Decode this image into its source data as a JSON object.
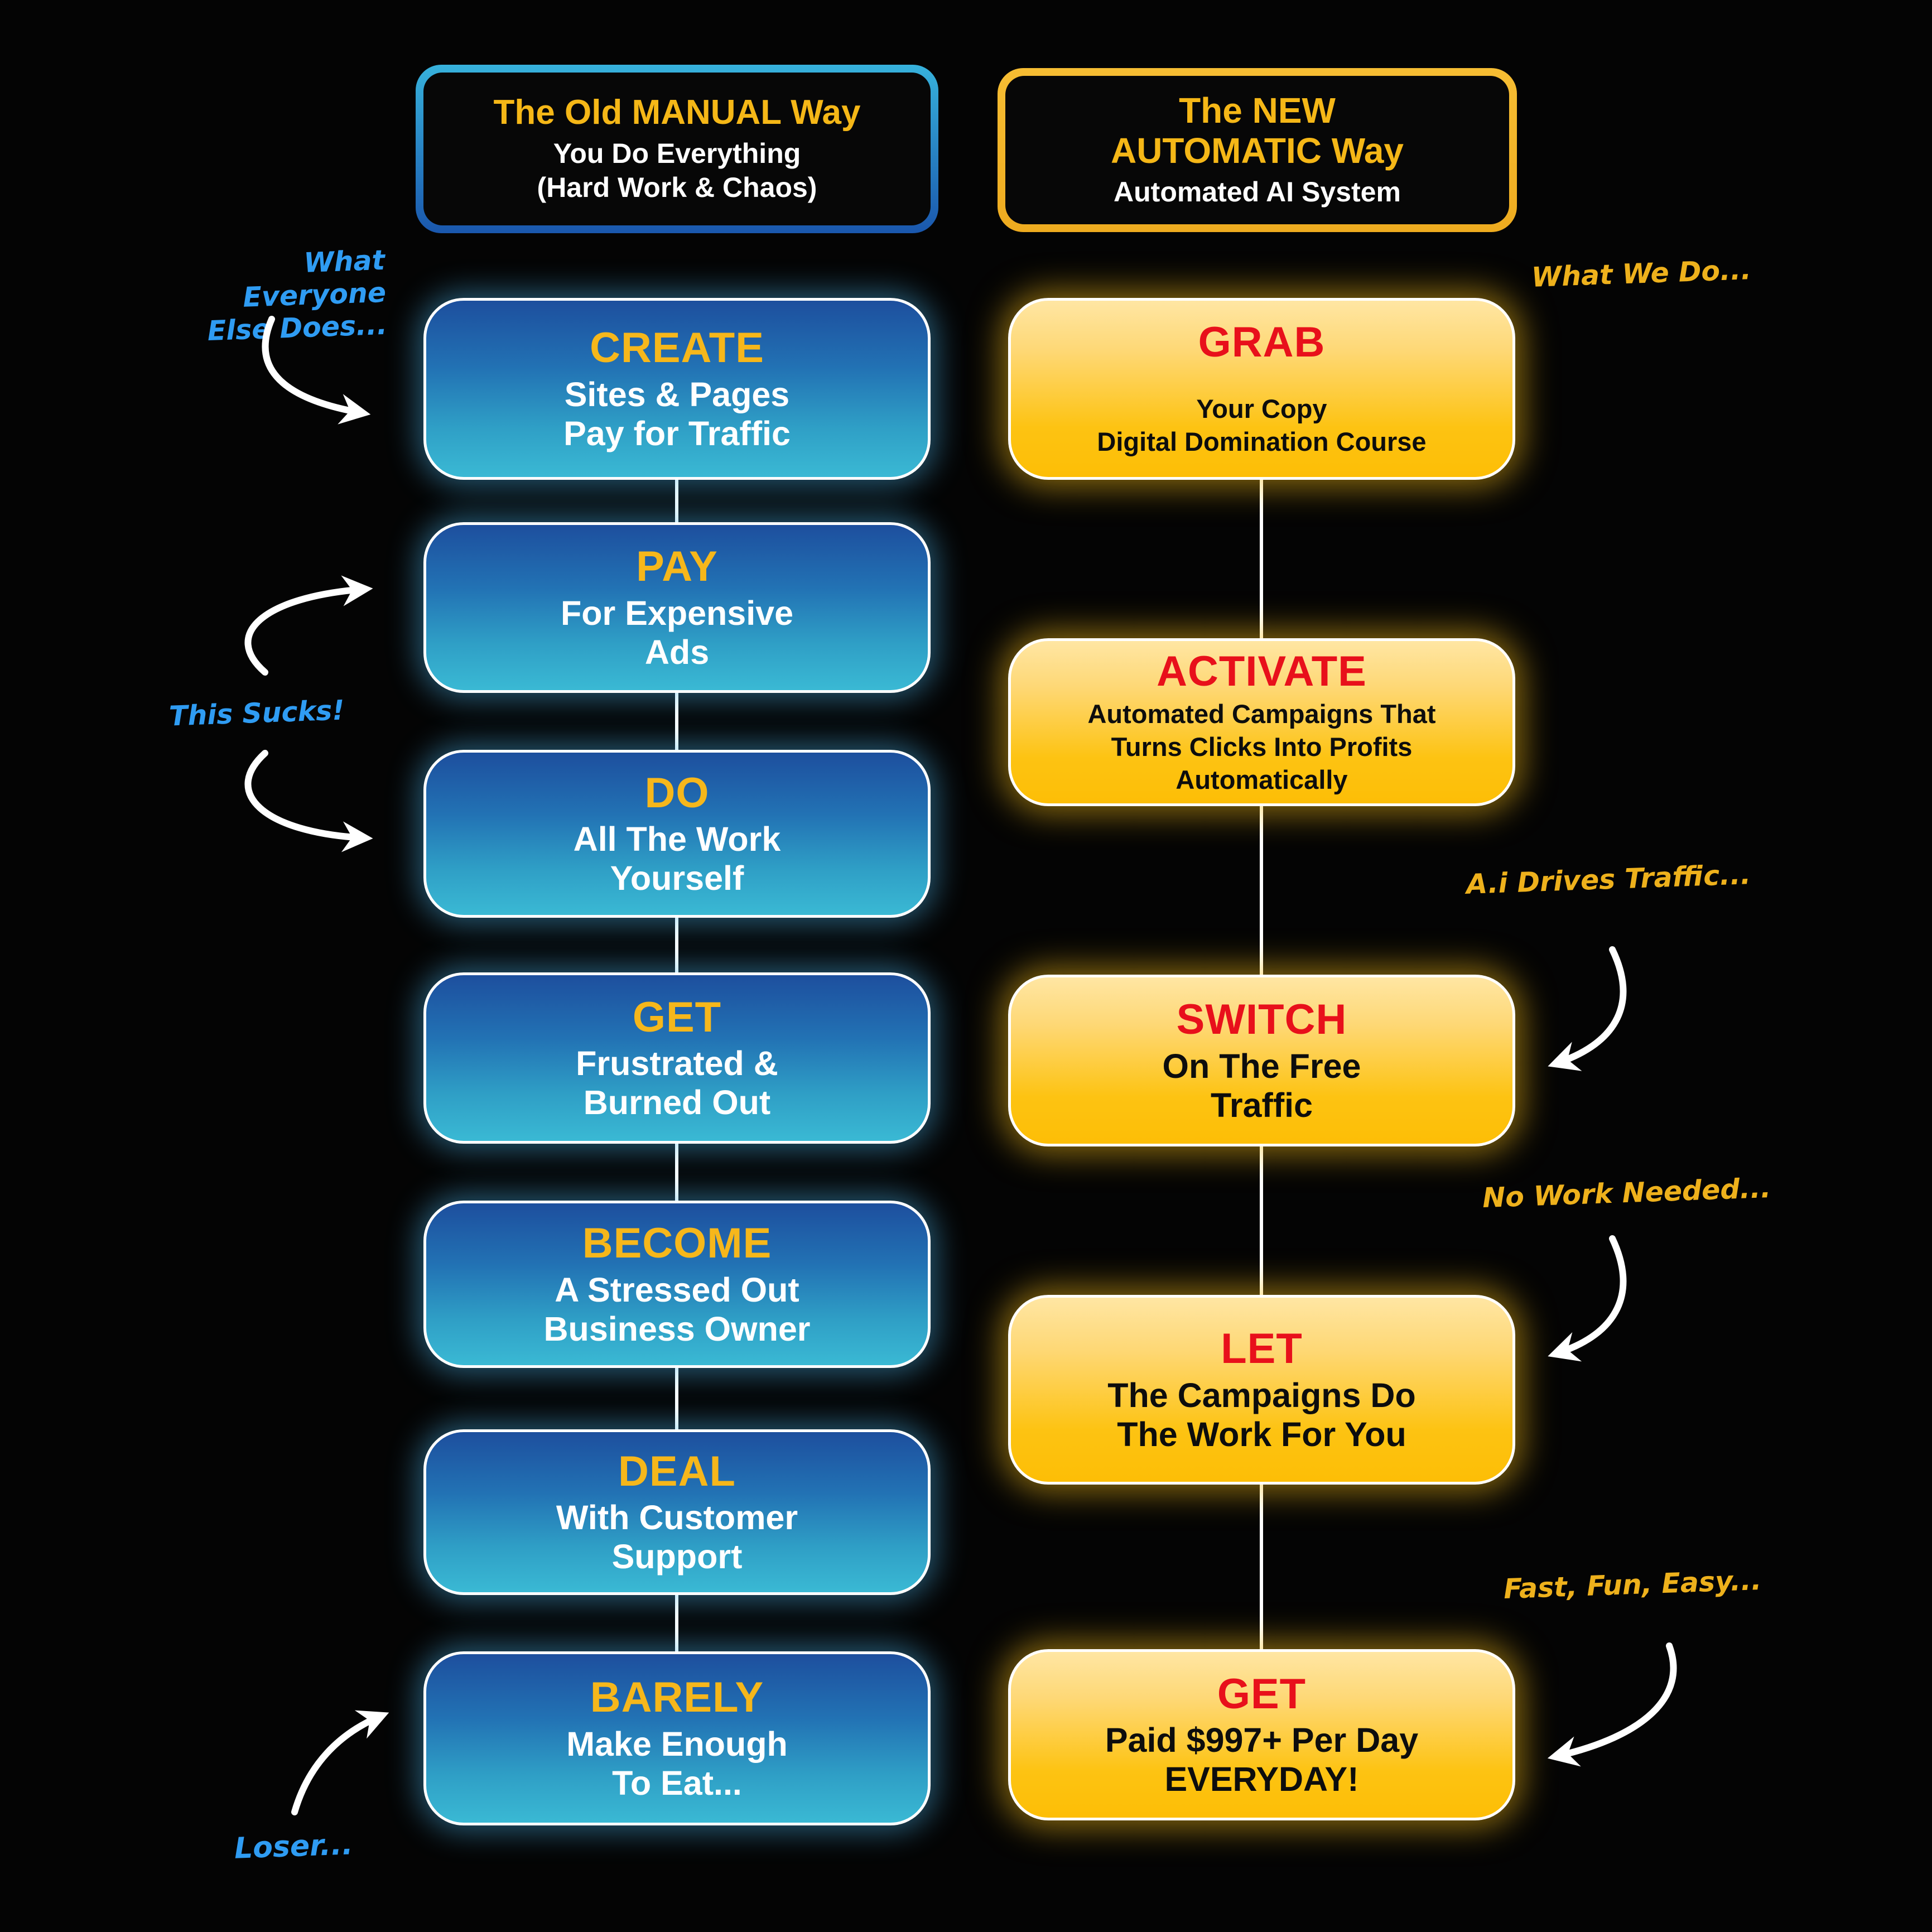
{
  "left": {
    "header": {
      "title": "The Old MANUAL Way",
      "subtitle": "You Do Everything\n(Hard Work & Chaos)"
    },
    "annotation_top": "What Everyone\nElse Does...",
    "annotation_mid": "This Sucks!",
    "annotation_bottom": "Loser...",
    "steps": [
      {
        "keyword": "CREATE",
        "text": "Sites & Pages\nPay for Traffic"
      },
      {
        "keyword": "PAY",
        "text": "For Expensive\nAds"
      },
      {
        "keyword": "DO",
        "text": "All The Work\nYourself"
      },
      {
        "keyword": "GET",
        "text": "Frustrated &\nBurned Out"
      },
      {
        "keyword": "BECOME",
        "text": "A Stressed Out\nBusiness Owner"
      },
      {
        "keyword": "DEAL",
        "text": "With Customer\nSupport"
      },
      {
        "keyword": "BARELY",
        "text": "Make Enough\nTo Eat..."
      }
    ]
  },
  "right": {
    "header": {
      "title": "The NEW\nAUTOMATIC Way",
      "subtitle": "Automated AI System"
    },
    "annotation_top": "What We Do...",
    "annotation_traffic": "A.i Drives Traffic...",
    "annotation_nowork": "No Work Needed...",
    "annotation_fast": "Fast, Fun, Easy...",
    "steps": [
      {
        "keyword": "GRAB",
        "text": "Your Copy\nDigital Domination Course"
      },
      {
        "keyword": "ACTIVATE",
        "text": "Automated Campaigns That\nTurns Clicks Into Profits\nAutomatically"
      },
      {
        "keyword": "SWITCH",
        "text": "On The Free\nTraffic"
      },
      {
        "keyword": "LET",
        "text": "The Campaigns Do\nThe Work For You"
      },
      {
        "keyword": "GET",
        "text": "Paid $997+ Per Day\nEVERYDAY!"
      }
    ]
  },
  "colors": {
    "background": "#040404",
    "blue_box_top": "#1d4f9e",
    "blue_box_bottom": "#3ab9d4",
    "gold_box_top": "#ffe6a3",
    "gold_box_bottom": "#fdbe06",
    "keyword_gold": "#f6b71b",
    "keyword_red": "#e8101b",
    "header_title_gold": "#f5b717",
    "handwriting_blue": "#2f9cf3",
    "handwriting_gold": "#eeb11c",
    "arrow_white": "#ffffff"
  }
}
